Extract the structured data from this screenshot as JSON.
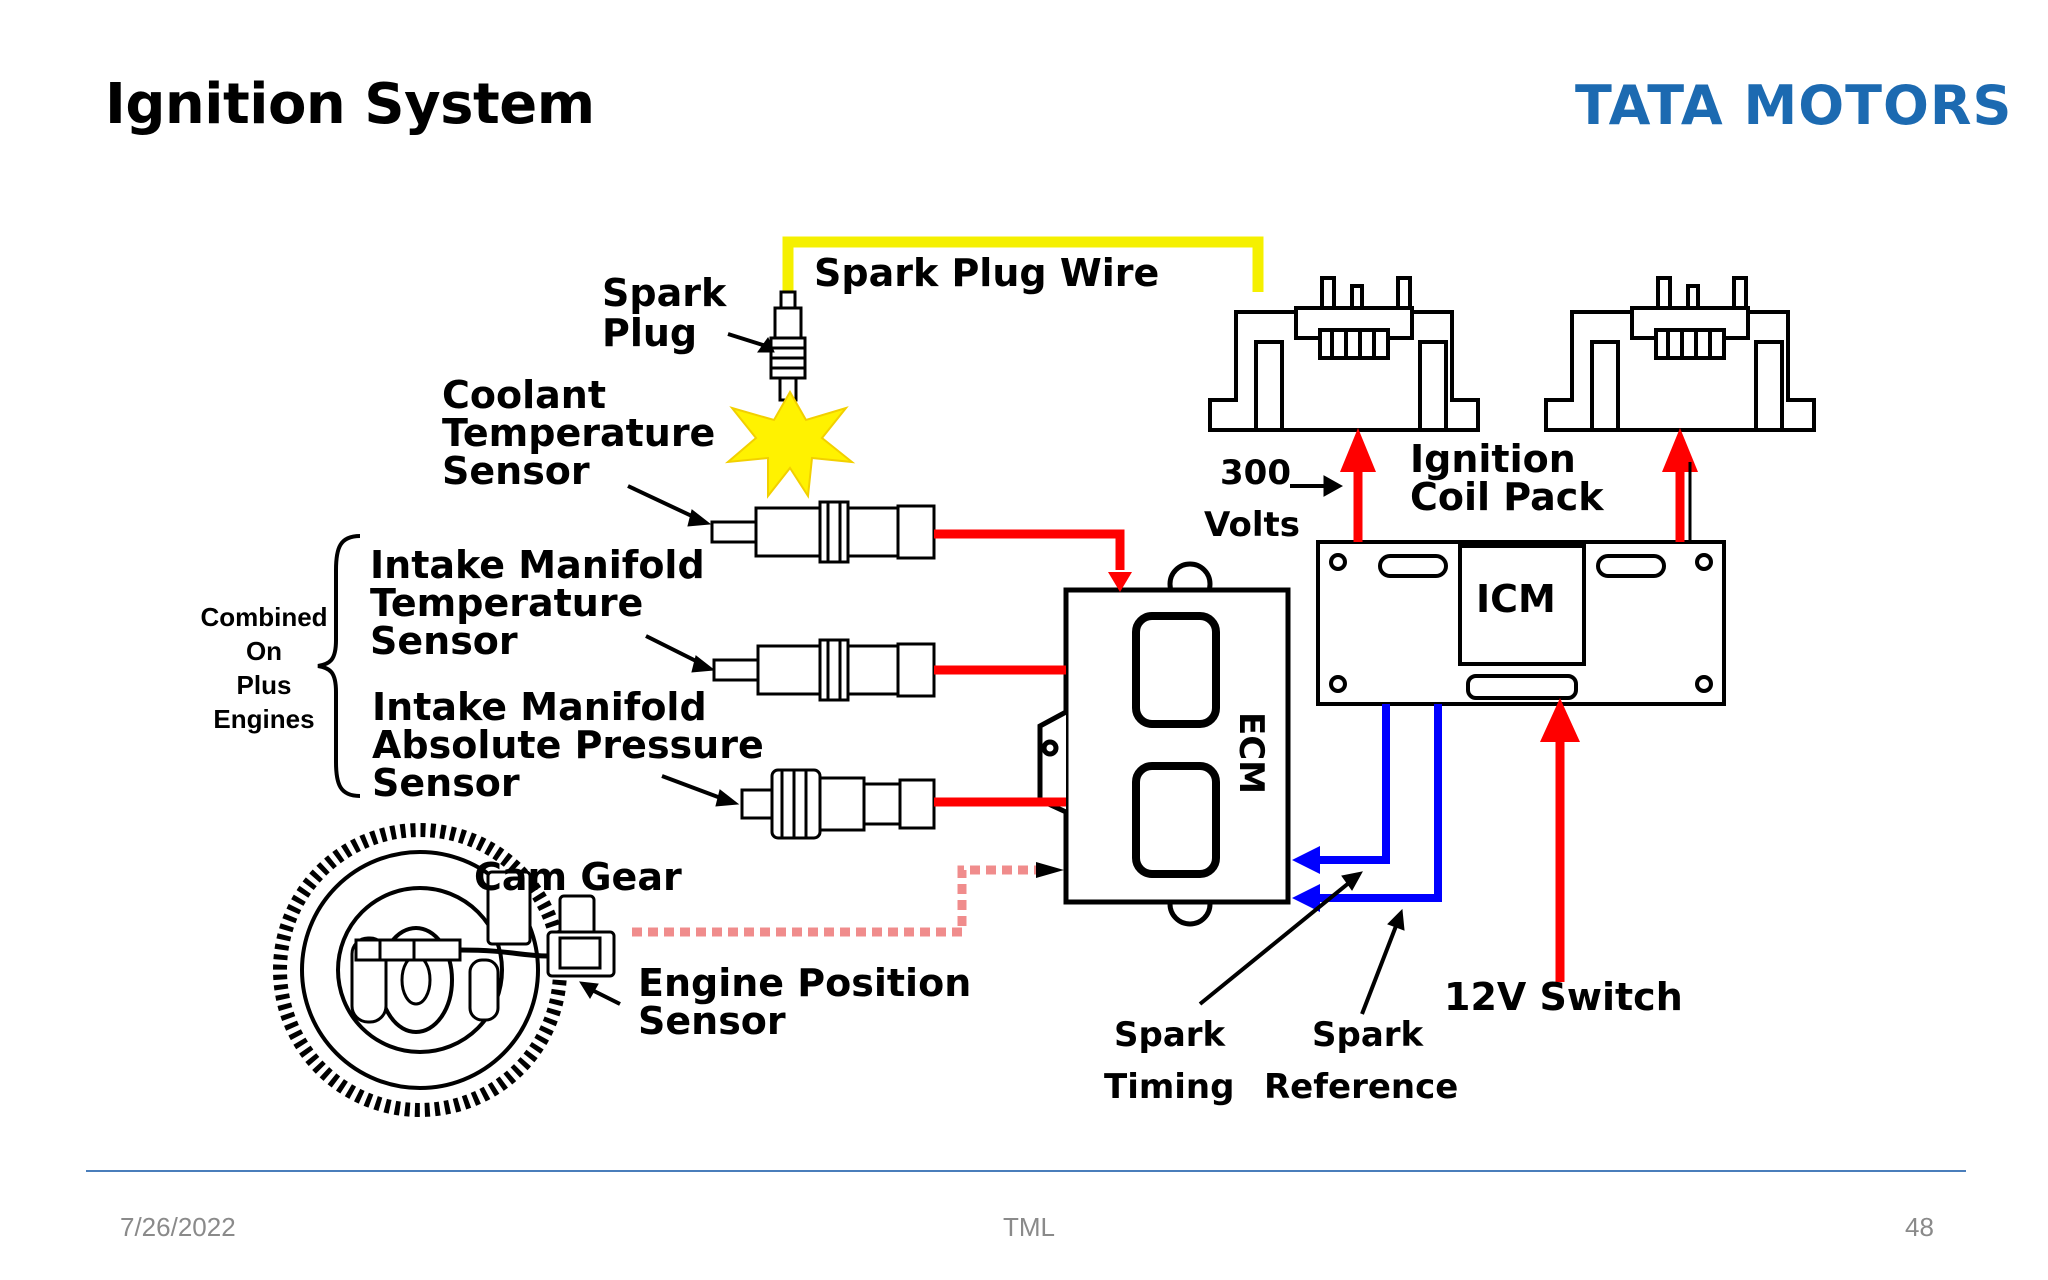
{
  "slide": {
    "title": "Ignition System",
    "brand": "TATA MOTORS",
    "footer_date": "7/26/2022",
    "footer_center": "TML",
    "footer_page": "48"
  },
  "labels": {
    "spark_plug_wire": "Spark Plug Wire",
    "spark": "Spark",
    "plug": "Plug",
    "coolant": "Coolant",
    "temperature": "Temperature",
    "sensor": "Sensor",
    "intake_manifold": "Intake Manifold",
    "absolute_pressure": "Absolute Pressure",
    "combined": "Combined",
    "on": "On",
    "plus": "Plus",
    "engines": "Engines",
    "cam_gear": "Cam Gear",
    "engine_position": "Engine Position",
    "volts_value": "300",
    "volts": "Volts",
    "ignition": "Ignition",
    "coil_pack": "Coil Pack",
    "icm": "ICM",
    "ecm": "ECM",
    "switch_12v": "12V Switch",
    "timing": "Timing",
    "reference": "Reference"
  },
  "colors": {
    "spark_plug_wire": "#f5f000",
    "power": "#ff0000",
    "signal": "#0000ff",
    "position_signal": "#f08c8c",
    "spark_flash": "#fff200",
    "brand": "#1c6ab1"
  }
}
